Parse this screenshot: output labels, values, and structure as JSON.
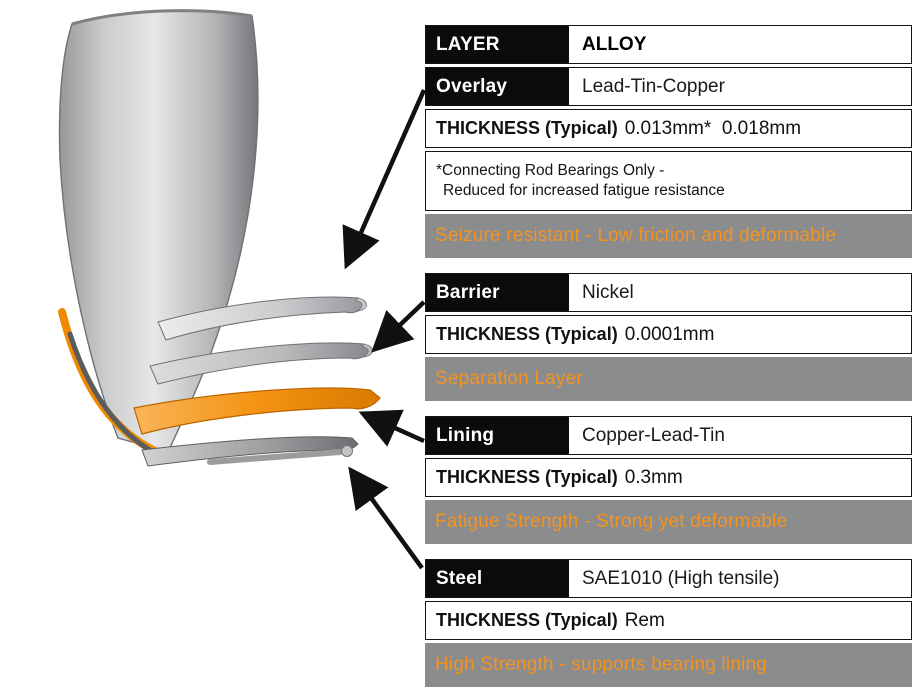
{
  "table": {
    "header": {
      "layer": "LAYER",
      "alloy": "ALLOY"
    },
    "sections": [
      {
        "layer": "Overlay",
        "alloy": "Lead-Tin-Copper",
        "thickness_label": "THICKNESS (Typical)",
        "thickness_value": "0.013mm*  0.018mm",
        "note_line1": "*Connecting Rod Bearings Only -",
        "note_line2": "Reduced for increased fatigue resistance",
        "property": "Seizure resistant - Low friction and deformable"
      },
      {
        "layer": "Barrier",
        "alloy": "Nickel",
        "thickness_label": "THICKNESS (Typical)",
        "thickness_value": "0.0001mm",
        "property": "Separation Layer"
      },
      {
        "layer": "Lining",
        "alloy": "Copper-Lead-Tin",
        "thickness_label": "THICKNESS (Typical)",
        "thickness_value": "0.3mm",
        "property": "Fatigue Strength - Strong yet deformable"
      },
      {
        "layer": "Steel",
        "alloy": "SAE1010 (High tensile)",
        "thickness_label": "THICKNESS (Typical)",
        "thickness_value": "Rem",
        "property": "High Strength - supports bearing lining"
      }
    ]
  },
  "colors": {
    "accent_orange": "#F6921E",
    "bar_gray": "#8A8C8E",
    "cell_black": "#0B0B0B"
  },
  "illustration": {
    "name": "engine-bearing-layer-cutaway",
    "layers_depicted": [
      "Overlay",
      "Barrier",
      "Lining",
      "Steel"
    ]
  }
}
